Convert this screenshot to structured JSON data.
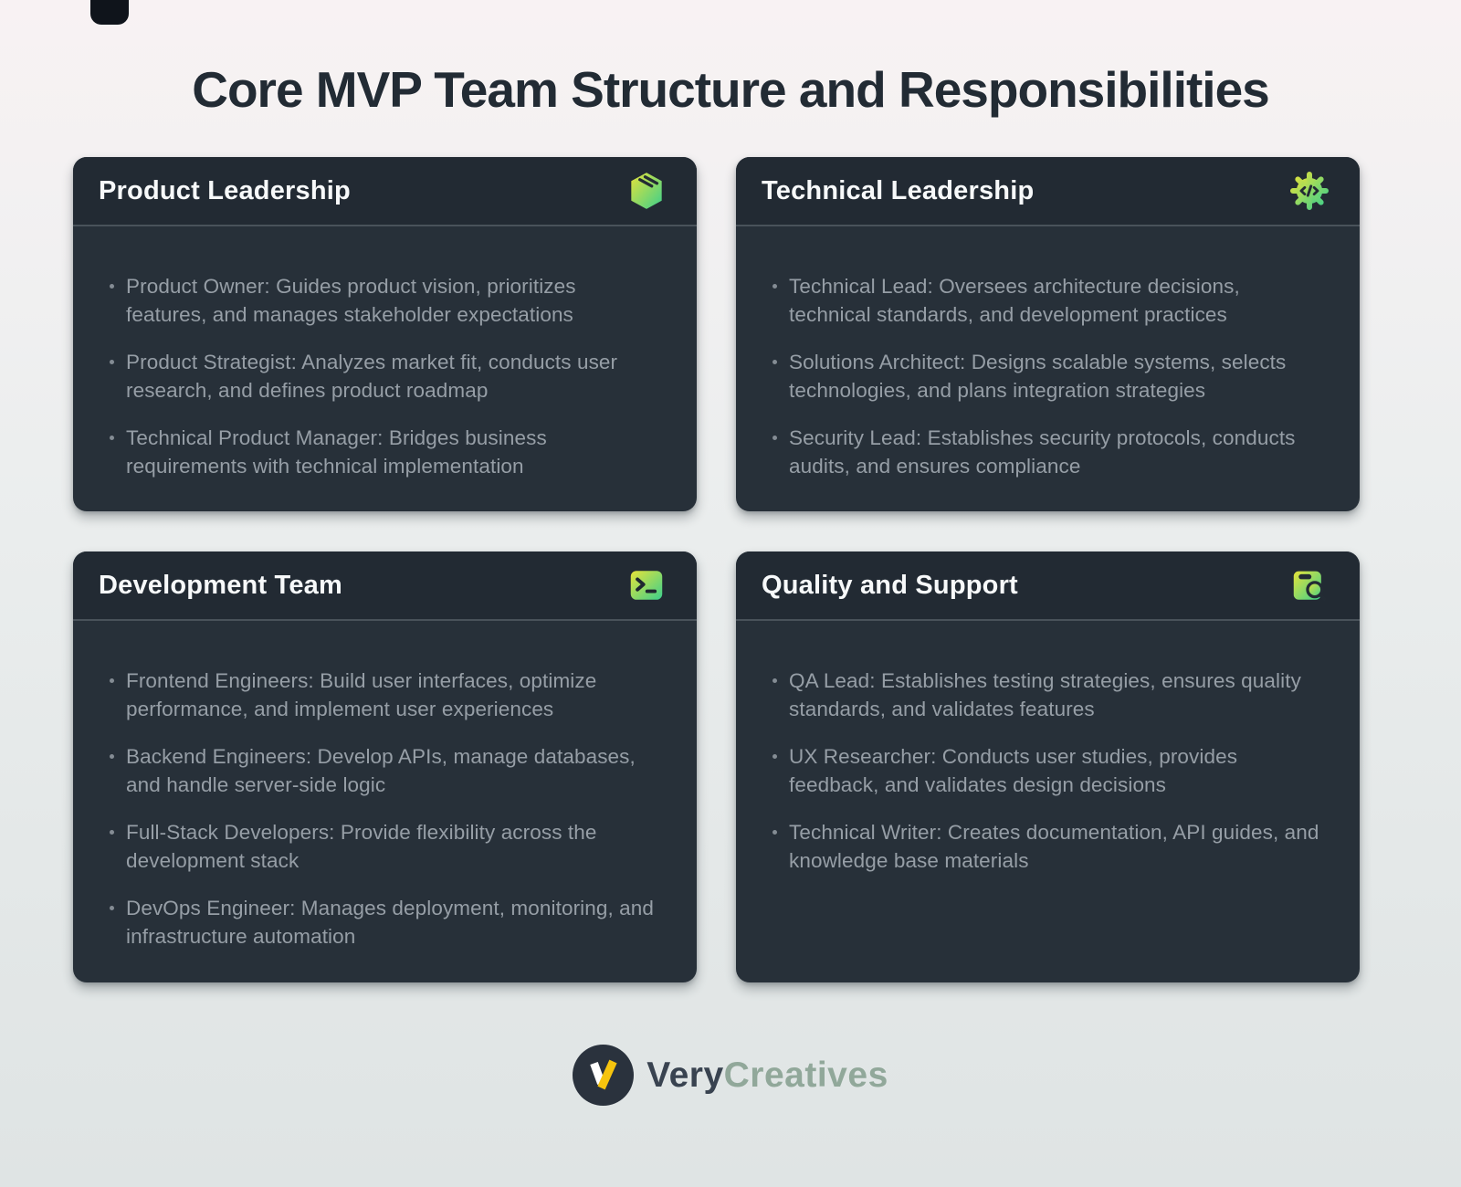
{
  "page": {
    "title": "Core MVP Team Structure and Responsibilities"
  },
  "colors": {
    "background_top": "#f8f2f3",
    "background_bottom": "#dfe4e4",
    "card_header_bg": "#222a33",
    "card_body_bg": "#273039",
    "card_divider": "#49525a",
    "card_title_text": "#f7f9fa",
    "bullet_text": "#969ea6",
    "page_title_text": "#222b34",
    "icon_gradient_start": "#e6e33a",
    "icon_gradient_end": "#3ccf8c",
    "icon_glyph_dark": "#232b34",
    "logo_circle": "#2a323d",
    "logo_v_left": "#ffffff",
    "logo_v_right": "#f6c40e",
    "brand_first_color": "#394350",
    "brand_second_color": "#8ba394"
  },
  "cards": [
    {
      "title": "Product Leadership",
      "icon": "package-icon",
      "bullets": [
        "Product Owner: Guides product vision, prioritizes features, and manages stakeholder expectations",
        "Product Strategist: Analyzes market fit, conducts user research, and defines product roadmap",
        "Technical Product Manager: Bridges business requirements with technical implementation"
      ]
    },
    {
      "title": "Technical Leadership",
      "icon": "gear-code-icon",
      "bullets": [
        "Technical Lead: Oversees architecture decisions, technical standards, and development practices",
        "Solutions Architect: Designs scalable systems, selects technologies, and plans integration strategies",
        "Security Lead: Establishes security protocols, conducts audits, and ensures compliance"
      ]
    },
    {
      "title": "Development Team",
      "icon": "terminal-icon",
      "bullets": [
        "Frontend Engineers: Build user interfaces, optimize performance, and implement user experiences",
        "Backend Engineers: Develop APIs, manage databases, and handle server-side logic",
        "Full-Stack Developers: Provide flexibility across the development stack",
        "DevOps Engineer: Manages deployment, monitoring, and infrastructure automation"
      ]
    },
    {
      "title": "Quality and Support",
      "icon": "search-docs-icon",
      "bullets": [
        "QA Lead: Establishes testing strategies, ensures quality standards, and validates features",
        "UX Researcher: Conducts user studies, provides feedback, and validates design decisions",
        "Technical Writer: Creates documentation, API guides, and knowledge base materials"
      ]
    }
  ],
  "footer": {
    "brand_first": "Very",
    "brand_second": "Creatives"
  }
}
